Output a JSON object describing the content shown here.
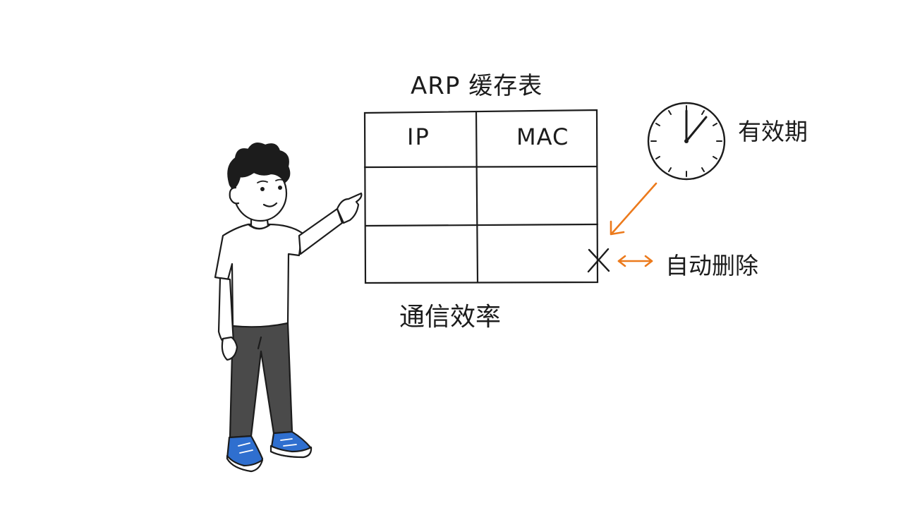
{
  "diagram": {
    "title": "ARP 缓存表",
    "table": {
      "columns": [
        "IP",
        "MAC"
      ],
      "empty_rows": 2
    },
    "expiry_label": "有效期",
    "auto_delete_label": "自动删除",
    "efficiency_label": "通信效率",
    "icons": {
      "clock": "clock-icon",
      "delete_mark": "x-mark-icon",
      "arrow_to_table": "arrow-down-left-icon",
      "double_arrow": "double-arrow-icon",
      "person": "presenter-figure"
    },
    "colors": {
      "ink": "#1c1c1c",
      "arrow": "#ec7a1c",
      "pants": "#4a4a4a",
      "shoes": "#2f6fcf",
      "background": "#ffffff"
    }
  }
}
